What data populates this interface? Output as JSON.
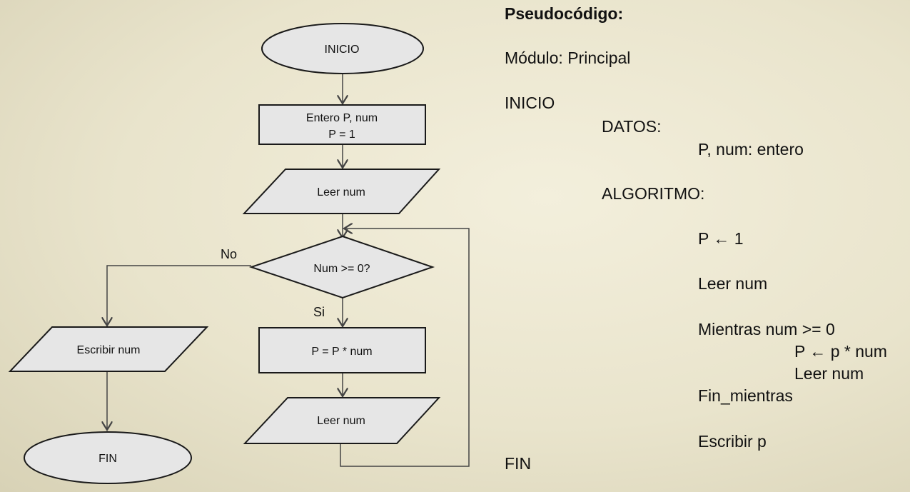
{
  "flowchart": {
    "start": "INICIO",
    "declare_line1": "Entero P, num",
    "declare_line2": "P = 1",
    "read1": "Leer num",
    "decision": "Num >= 0?",
    "label_no": "No",
    "label_si": "Si",
    "process": "P = P * num",
    "read2": "Leer num",
    "write": "Escribir num",
    "end": "FIN"
  },
  "pseudocode": {
    "heading": "Pseudocódigo:",
    "module": "Módulo: Principal",
    "begin": "INICIO",
    "data_label": "DATOS:",
    "data_decl": "P, num: entero",
    "algorithm_label": "ALGORITMO:",
    "assign": "P ← 1",
    "read1": "Leer num",
    "while": "Mientras num >= 0",
    "loop_assign": "P ← p * num",
    "loop_read": "Leer num",
    "end_while": "Fin_mientras",
    "write": "Escribir p",
    "end": "FIN"
  }
}
